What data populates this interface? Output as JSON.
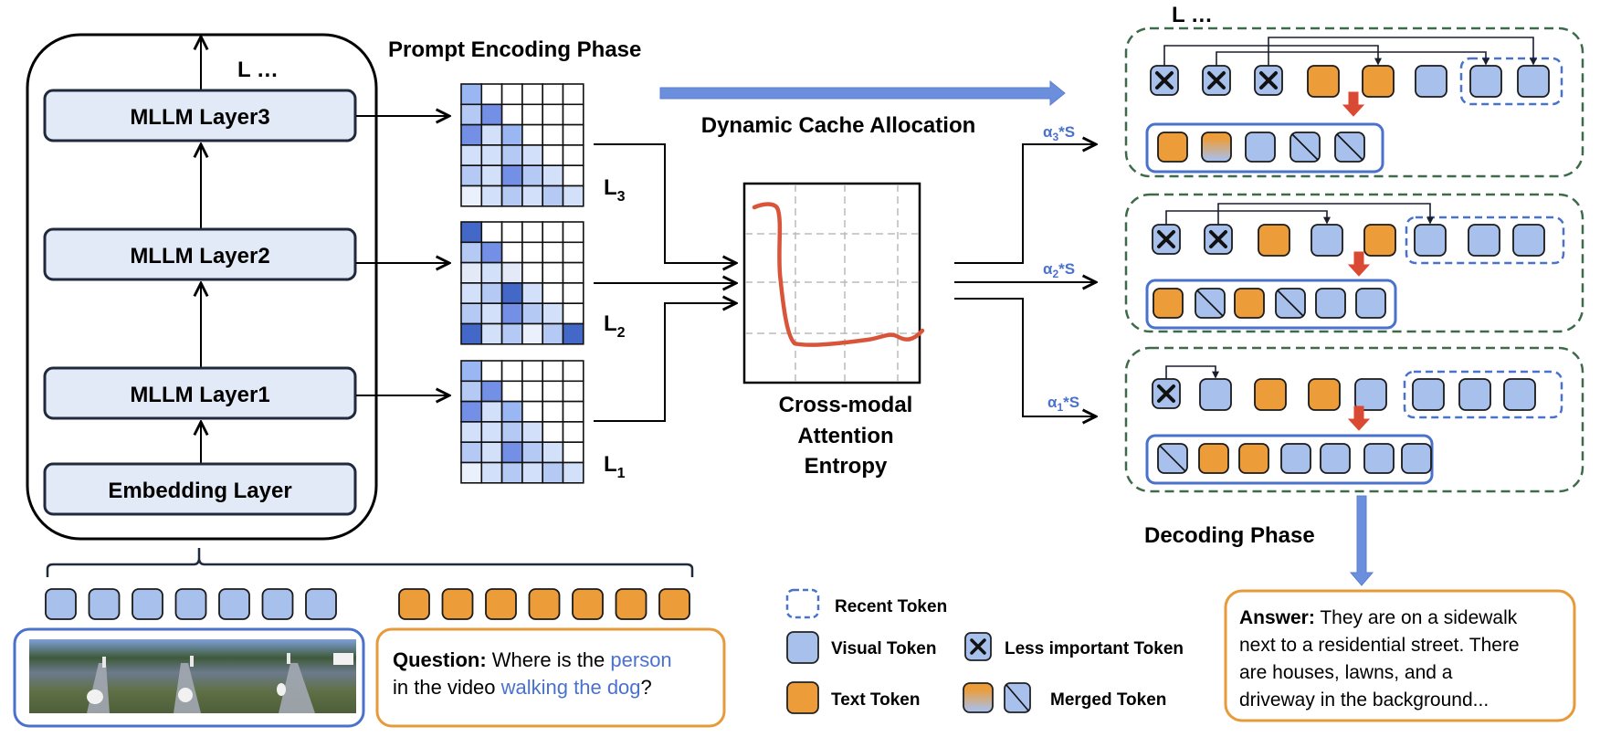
{
  "title_prompt_phase": "Prompt Encoding Phase",
  "title_decoding_phase": "Decoding Phase",
  "dynamic_cache_label": "Dynamic Cache Allocation",
  "entropy_label": [
    "Cross-modal",
    "Attention",
    "Entropy"
  ],
  "model_stack": {
    "top_label": "L  …",
    "layers": [
      "MLLM Layer3",
      "MLLM Layer2",
      "MLLM Layer1"
    ],
    "embedding": "Embedding Layer"
  },
  "attention_maps": [
    {
      "label": "L",
      "sub": "3",
      "cells": [
        [
          3,
          0,
          0,
          0,
          0,
          0
        ],
        [
          2,
          4,
          0,
          0,
          0,
          0
        ],
        [
          4,
          1,
          3,
          0,
          0,
          0
        ],
        [
          1,
          1,
          2,
          1,
          0,
          0
        ],
        [
          2,
          1,
          4,
          2,
          1,
          0
        ],
        [
          0.5,
          1,
          2,
          1,
          2,
          1
        ]
      ]
    },
    {
      "label": "L",
      "sub": "2",
      "cells": [
        [
          5,
          0,
          0,
          0,
          0,
          0
        ],
        [
          2,
          4,
          0,
          0,
          0,
          0
        ],
        [
          0.7,
          1,
          0.7,
          0,
          0,
          0
        ],
        [
          1,
          2,
          5,
          1,
          0,
          0
        ],
        [
          2,
          1,
          4,
          2,
          1,
          0
        ],
        [
          5,
          1,
          2,
          0.5,
          2,
          5
        ]
      ]
    },
    {
      "label": "L",
      "sub": "1",
      "cells": [
        [
          3,
          0,
          0,
          0,
          0,
          0
        ],
        [
          2,
          4,
          0,
          0,
          0,
          0
        ],
        [
          4,
          1,
          3,
          0,
          0,
          0
        ],
        [
          1,
          1,
          2,
          1,
          0,
          0
        ],
        [
          2,
          1,
          4,
          2,
          1,
          0
        ],
        [
          0.5,
          1,
          2,
          1,
          2,
          1
        ]
      ]
    }
  ],
  "budgets": [
    {
      "alpha": "α",
      "sub": "3",
      "suffix": "*S"
    },
    {
      "alpha": "α",
      "sub": "2",
      "suffix": "*S"
    },
    {
      "alpha": "α",
      "sub": "1",
      "suffix": "*S"
    }
  ],
  "decoding_top_label": "L …",
  "cache_panels": [
    {
      "tokens": [
        "x",
        "x",
        "x",
        "text",
        "text",
        "visual",
        "visual",
        "visual"
      ],
      "recent_start": 6,
      "merged": [
        "text",
        "gradient",
        "visual",
        "merged",
        "merged"
      ]
    },
    {
      "tokens": [
        "x",
        "x",
        "text",
        "visual",
        "text",
        "visual",
        "visual",
        "visual"
      ],
      "recent_start": 5,
      "merged": [
        "text",
        "merged",
        "text",
        "merged",
        "visual",
        "visual"
      ]
    },
    {
      "tokens": [
        "x",
        "visual",
        "text",
        "text",
        "visual",
        "visual",
        "visual",
        "visual"
      ],
      "recent_start": 5,
      "merged": [
        "merged",
        "text",
        "text",
        "visual",
        "visual",
        "visual",
        "visual"
      ]
    }
  ],
  "input": {
    "visual_token_count": 7,
    "text_token_count": 7,
    "question_label": "Question:",
    "question_parts": [
      {
        "text": " Where is the ",
        "highlight": false
      },
      {
        "text": "person",
        "highlight": true
      },
      {
        "text": "in the video ",
        "highlight": false,
        "newline": true
      },
      {
        "text": "walking the dog",
        "highlight": true
      },
      {
        "text": "?",
        "highlight": false
      }
    ]
  },
  "legend": {
    "recent": "Recent Token",
    "visual": "Visual Token",
    "less_important": "Less important Token",
    "text": "Text Token",
    "merged": "Merged Token"
  },
  "answer": {
    "label": "Answer:",
    "lines": [
      " They are on a sidewalk",
      "next to a residential street. There",
      "are houses, lawns, and a",
      "driveway in the background..."
    ]
  },
  "colors": {
    "visual": "#a8c0ec",
    "text": "#ec9c38",
    "blue_accent": "#4a72cc",
    "green_dashed": "#3d6b4a",
    "red_arrow": "#d94a35",
    "curve": "#d9553a",
    "layer_fill": "#e3eaf7",
    "orange_border": "#e79a3a"
  }
}
